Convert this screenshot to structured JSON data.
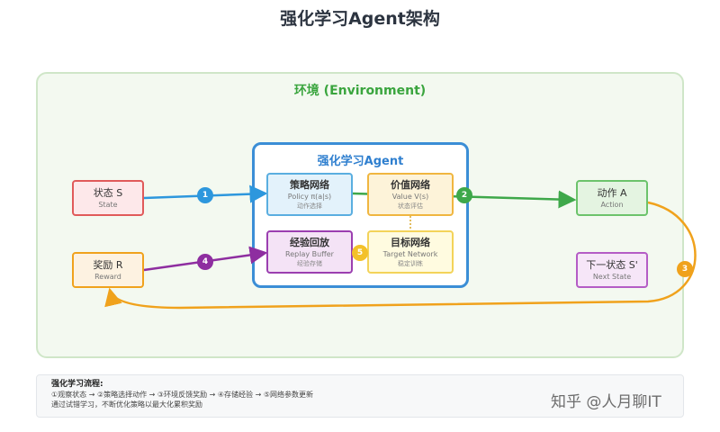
{
  "title": "强化学习Agent架构",
  "environment": {
    "label": "环境 (Environment)"
  },
  "agent": {
    "label": "强化学习Agent"
  },
  "nodes": {
    "state": {
      "name": "状态 S",
      "sub": "State"
    },
    "reward": {
      "name": "奖励 R",
      "sub": "Reward"
    },
    "policy": {
      "name": "策略网络",
      "sub": "Policy π(a|s)",
      "desc": "动作选择"
    },
    "value": {
      "name": "价值网络",
      "sub": "Value V(s)",
      "desc": "状态评估"
    },
    "replay": {
      "name": "经验回放",
      "sub": "Replay Buffer",
      "desc": "经验存储"
    },
    "target": {
      "name": "目标网络",
      "sub": "Target Network",
      "desc": "稳定训练"
    },
    "action": {
      "name": "动作 A",
      "sub": "Action"
    },
    "next_state": {
      "name": "下一状态 S'",
      "sub": "Next State"
    }
  },
  "steps": [
    "1",
    "2",
    "3",
    "4",
    "5"
  ],
  "colors": {
    "blue": "#2d97dd",
    "green": "#3ea84a",
    "orange": "#f0a21c",
    "purple": "#8e2ea0",
    "yellow": "#f3c12a"
  },
  "note": {
    "title": "强化学习流程:",
    "line1": "①观察状态 → ②策略选择动作 → ③环境反馈奖励 → ④存储经验 → ⑤网络参数更新",
    "line2": "通过试错学习，不断优化策略以最大化累积奖励"
  },
  "watermark": "知乎 @人月聊IT"
}
